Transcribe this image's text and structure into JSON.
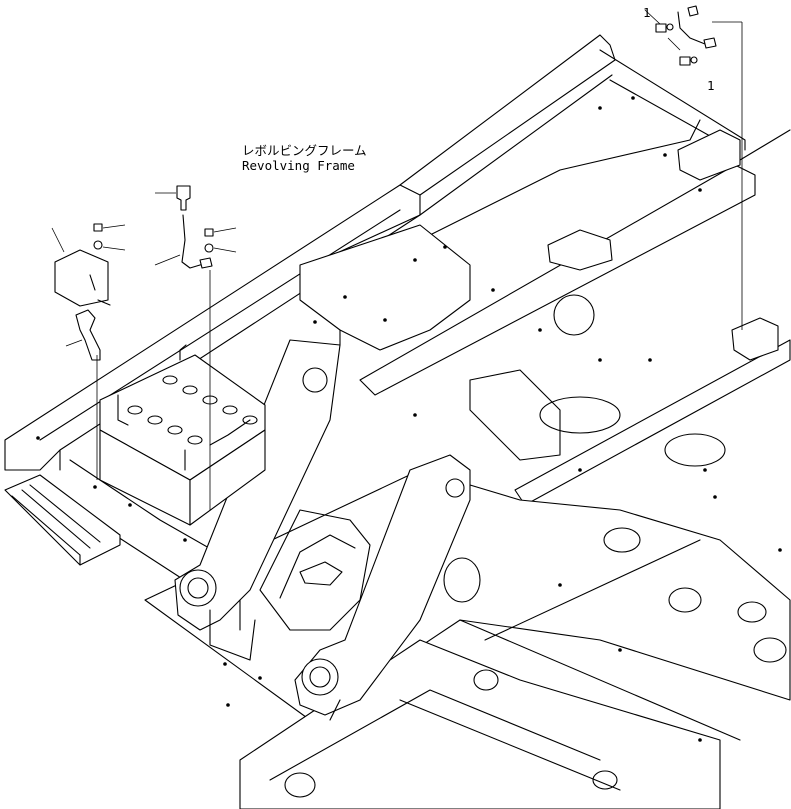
{
  "diagram": {
    "label_jp": "レボルビングフレーム",
    "label_en": "Revolving Frame",
    "leader_numbers": [
      "1",
      "1"
    ]
  }
}
